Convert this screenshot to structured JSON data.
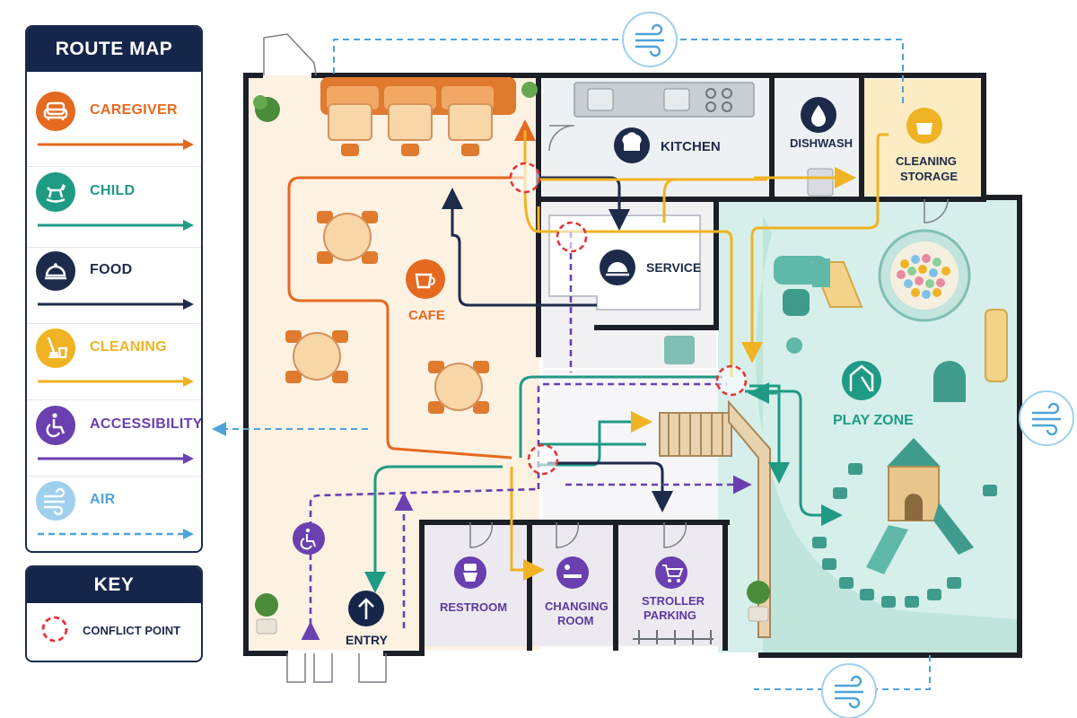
{
  "legend": {
    "title": "ROUTE MAP",
    "items": [
      {
        "label": "CAREGIVER",
        "color": "#e5691f",
        "icon": "armchair-icon",
        "line": "solid"
      },
      {
        "label": "CHILD",
        "color": "#1f9a85",
        "icon": "rocking-horse-icon",
        "line": "solid"
      },
      {
        "label": "FOOD",
        "color": "#1d2b4a",
        "icon": "cloche-icon",
        "line": "solid"
      },
      {
        "label": "CLEANING",
        "color": "#f0b323",
        "icon": "broom-bucket-icon",
        "line": "solid"
      },
      {
        "label": "ACCESSIBILITY",
        "color": "#6a3fb0",
        "icon": "wheelchair-icon",
        "line": "solid"
      },
      {
        "label": "AIR",
        "color": "#4ea3d8",
        "icon": "wind-icon",
        "line": "dashed"
      }
    ]
  },
  "key": {
    "title": "KEY",
    "conflict_label": "CONFLICT POINT",
    "conflict_color": "#e3343a"
  },
  "rooms": {
    "kitchen": "KITCHEN",
    "dishwash": "DISHWASH",
    "cleaning_storage_line1": "CLEANING",
    "cleaning_storage_line2": "STORAGE",
    "service": "SERVICE",
    "cafe": "CAFE",
    "play_zone": "PLAY ZONE",
    "restroom": "RESTROOM",
    "changing_room_line1": "CHANGING",
    "changing_room_line2": "ROOM",
    "stroller_parking_line1": "STROLLER",
    "stroller_parking_line2": "PARKING",
    "entry": "ENTRY"
  },
  "colors": {
    "wall": "#1c1f26",
    "cafe_floor": "#fdf1e2",
    "kitchen_floor": "#eef1f3",
    "storage_floor": "#fbecc4",
    "play_floor": "#d6efea",
    "play_path": "#bfe5dd",
    "service_floor": "#f1f1f3",
    "restroom_floor": "#eceaf0"
  }
}
